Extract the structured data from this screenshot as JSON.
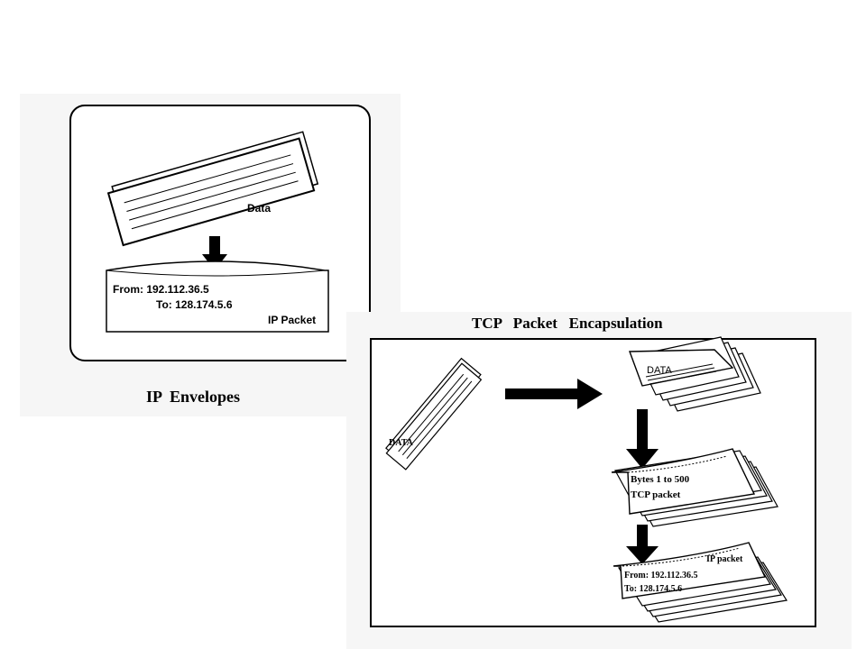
{
  "left_panel": {
    "data_label": "Data",
    "packet": {
      "from_line": "From: 192.112.36.5",
      "to_line": "To: 128.174.5.6",
      "label": "IP Packet"
    },
    "caption": "IP  Envelopes"
  },
  "right_panel": {
    "title": "TCP   Packet   Encapsulation",
    "data_doc_label": "DATA",
    "data_envelope_label": "DATA",
    "tcp_packet": {
      "line1": "Bytes 1 to 500",
      "line2": "TCP packet"
    },
    "ip_packet": {
      "label": "IP packet",
      "from_line": "From: 192.112.36.5",
      "to_line": "To: 128.174.5.6"
    }
  }
}
